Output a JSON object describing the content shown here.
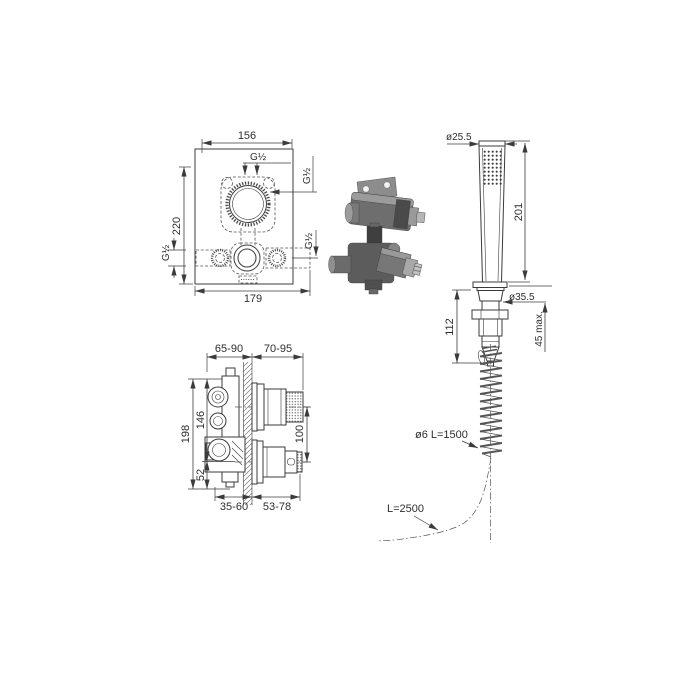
{
  "colors": {
    "line": "#3b3b3b",
    "background": "#ffffff",
    "photo_gray": "#6e6e6e"
  },
  "plate_view": {
    "width_top": "156",
    "height_left": "220",
    "width_bottom": "179",
    "thread_top": "G½",
    "thread_right_upper": "G½",
    "thread_right_lower": "G½",
    "thread_left": "G½"
  },
  "valve_side_view": {
    "depth_rear_range": "65-90",
    "depth_front_range": "70-95",
    "height_total": "198",
    "height_upper": "146",
    "cartridge_spacing": "100",
    "height_lower": "52",
    "depth_rear_bottom_range": "35-60",
    "depth_front_bottom_range": "53-78"
  },
  "handshower_view": {
    "head_diameter": "ø25.5",
    "handle_length": "201",
    "holder_diameter": "ø35.5",
    "holder_height": "112",
    "wall_clearance": "45 max.",
    "hose_spiral_label": "ø6 L=1500",
    "hose_extended_label": "L=2500"
  }
}
